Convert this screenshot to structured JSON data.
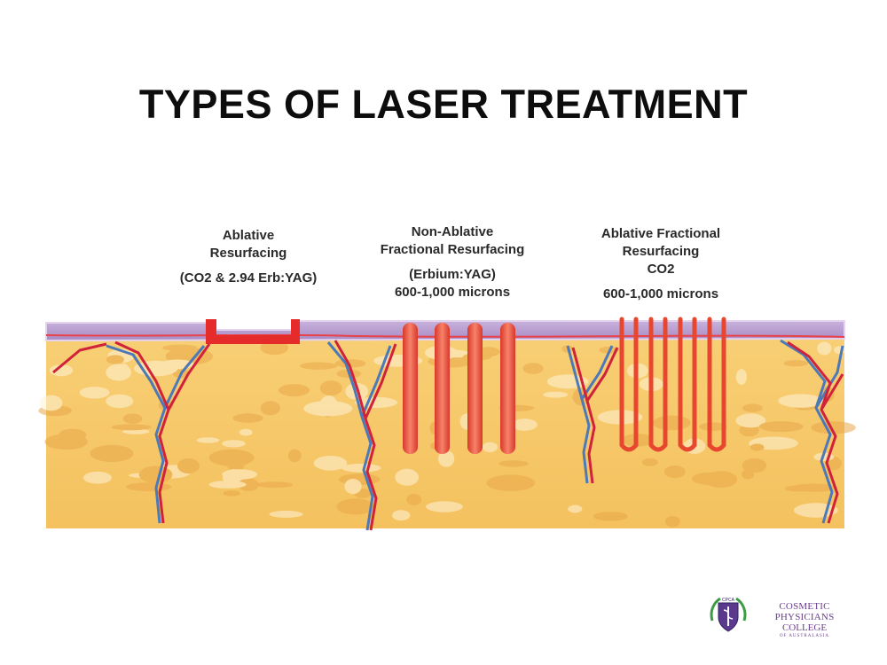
{
  "title": "TYPES OF LASER TREATMENT",
  "columns": [
    {
      "name_line1": "Ablative",
      "name_line2": "Resurfacing",
      "name_line3": "",
      "laser": "(CO2 & 2.94 Erb:YAG)",
      "depth": ""
    },
    {
      "name_line1": "Non-Ablative",
      "name_line2": "Fractional Resurfacing",
      "name_line3": "",
      "laser": "(Erbium:YAG)",
      "depth": "600-1,000 microns"
    },
    {
      "name_line1": "Ablative Fractional",
      "name_line2": "Resurfacing",
      "name_line3": "CO2",
      "laser": "",
      "depth": "600-1,000 microns"
    }
  ],
  "logo": {
    "badge": "CPCA",
    "line1": "COSMETIC PHYSICIANS",
    "line2": "COLLEGE",
    "line3": "OF AUSTRALASIA"
  },
  "colors": {
    "skin": "#f6c766",
    "epidermis": "#b79ad0",
    "laser": "#ea4a3a",
    "artery": "#d0223a",
    "vein": "#4e79b8",
    "logo": "#6a3d8c"
  }
}
